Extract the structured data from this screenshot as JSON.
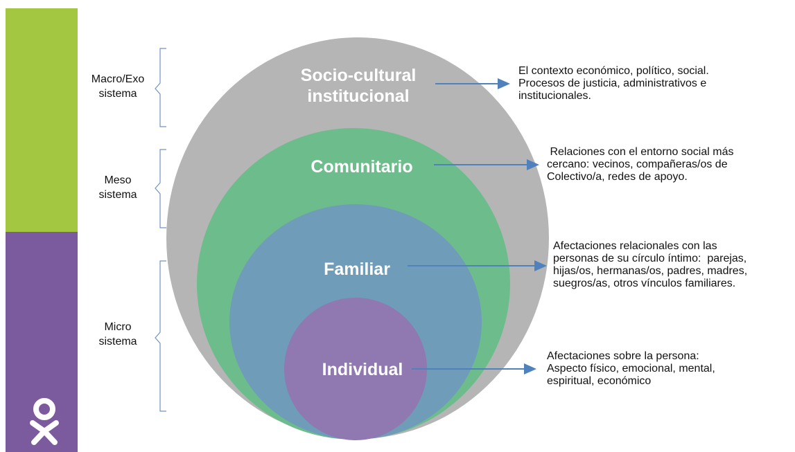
{
  "colors": {
    "sidebar_top": "#a3c740",
    "sidebar_bottom": "#7b5a9e",
    "layer_outer": "#b5b5b5",
    "layer_community": "#6dbd8c",
    "layer_family": "#6f9cb8",
    "layer_individual": "#8f79b0",
    "arrow": "#4f81bd",
    "bracket": "#6f93c2"
  },
  "logo": {
    "icon": "oxfam-logo-icon"
  },
  "layers": {
    "socio": [
      "Socio-cultural",
      "institucional"
    ],
    "comunitario": "Comunitario",
    "familiar": "Familiar",
    "individual": "Individual"
  },
  "systems": {
    "macro": [
      "Macro/Exo",
      "sistema"
    ],
    "meso": [
      "Meso",
      "sistema"
    ],
    "micro": [
      "Micro",
      "sistema"
    ]
  },
  "descriptions": {
    "socio": [
      "El contexto económico, político, social.",
      "Procesos de justicia, administrativos e",
      "institucionales."
    ],
    "comunitario": [
      " Relaciones con el entorno social más",
      "cercano: vecinos, compañeras/os de",
      "Colectivo/a, redes de apoyo."
    ],
    "familiar": [
      "Afectaciones relacionales con las",
      "personas de su círculo íntimo:  parejas,",
      "hijas/os, hermanas/os, padres, madres,",
      "suegros/as, otros vínculos familiares."
    ],
    "individual": [
      "Afectaciones sobre la persona:",
      "Aspecto físico, emocional, mental,",
      "espiritual, económico"
    ]
  }
}
